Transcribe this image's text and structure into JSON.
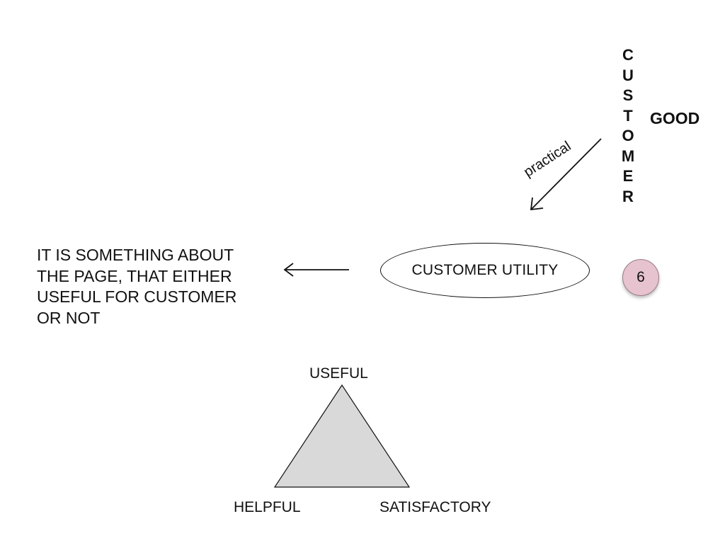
{
  "vertical_word": {
    "letters": [
      "C",
      "U",
      "S",
      "T",
      "O",
      "M",
      "E",
      "R"
    ]
  },
  "good_label": "GOOD",
  "practical_label": "practical",
  "description": {
    "lines": [
      "IT IS SOMETHING ABOUT",
      "THE PAGE, THAT EITHER",
      "USEFUL FOR CUSTOMER",
      "OR NOT"
    ]
  },
  "utility_node": {
    "label": "CUSTOMER UTILITY"
  },
  "step_badge": {
    "number": "6",
    "color": "#e6c3cf"
  },
  "triangle": {
    "fill_color": "#d9d9d9",
    "top_label": "USEFUL",
    "bottom_left_label": "HELPFUL",
    "bottom_right_label": "SATISFACTORY"
  }
}
